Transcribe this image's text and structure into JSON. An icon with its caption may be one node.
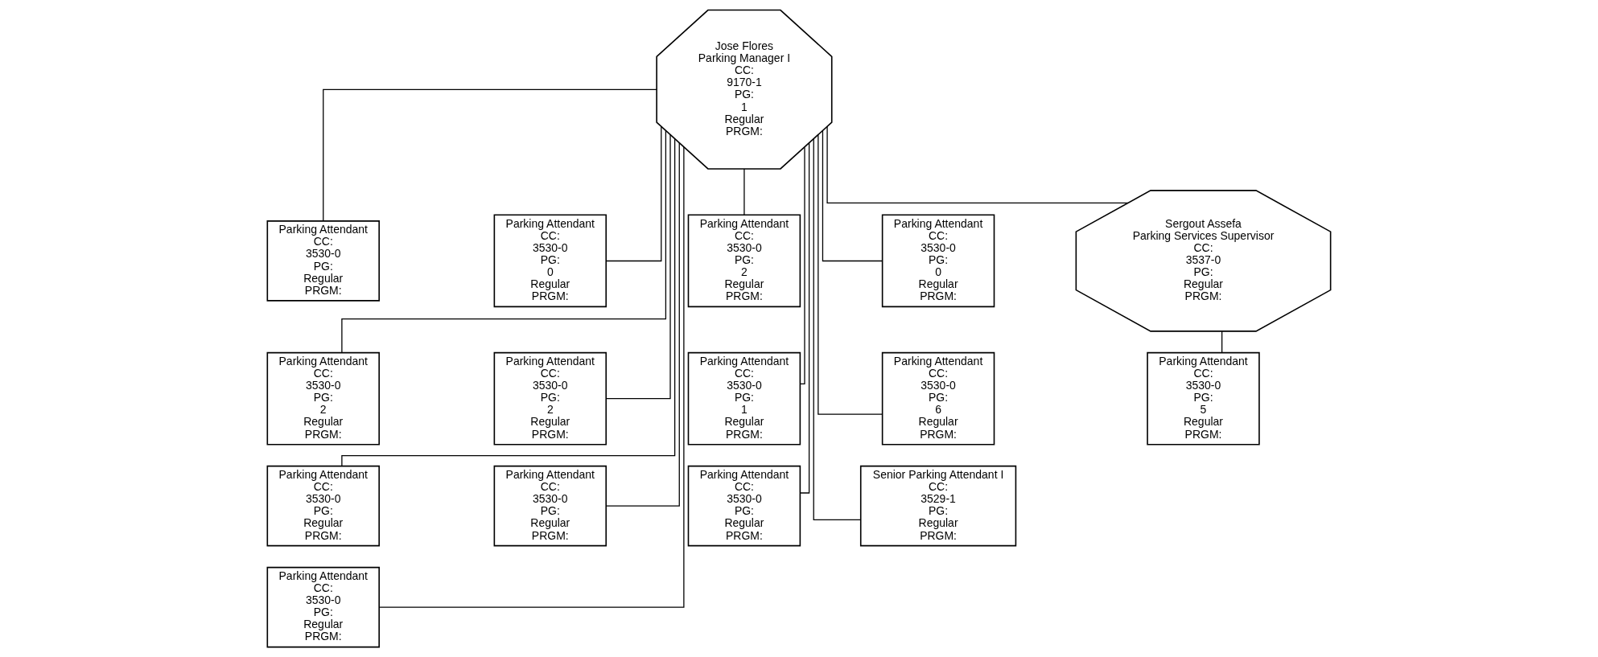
{
  "diagram": {
    "nodes": [
      {
        "text": [
          "Jose Flores",
          "Parking Manager I",
          "CC:",
          "9170-1",
          "PG:",
          "1",
          "Regular",
          "PRGM:"
        ]
      },
      {
        "text": [
          "Parking Attendant",
          "CC:",
          "3530-0",
          "PG:",
          "Regular",
          "PRGM:"
        ]
      },
      {
        "text": [
          "Parking Attendant",
          "CC:",
          "3530-0",
          "PG:",
          "2",
          "Regular",
          "PRGM:"
        ]
      },
      {
        "text": [
          "Parking Attendant",
          "CC:",
          "3530-0",
          "PG:",
          "Regular",
          "PRGM:"
        ]
      },
      {
        "text": [
          "Parking Attendant",
          "CC:",
          "3530-0",
          "PG:",
          "Regular",
          "PRGM:"
        ]
      },
      {
        "text": [
          "Parking Attendant",
          "CC:",
          "3530-0",
          "PG:",
          "0",
          "Regular",
          "PRGM:"
        ]
      },
      {
        "text": [
          "Parking Attendant",
          "CC:",
          "3530-0",
          "PG:",
          "2",
          "Regular",
          "PRGM:"
        ]
      },
      {
        "text": [
          "Parking Attendant",
          "CC:",
          "3530-0",
          "PG:",
          "Regular",
          "PRGM:"
        ]
      },
      {
        "text": [
          "Parking Attendant",
          "CC:",
          "3530-0",
          "PG:",
          "2",
          "Regular",
          "PRGM:"
        ]
      },
      {
        "text": [
          "Parking Attendant",
          "CC:",
          "3530-0",
          "PG:",
          "1",
          "Regular",
          "PRGM:"
        ]
      },
      {
        "text": [
          "Parking Attendant",
          "CC:",
          "3530-0",
          "PG:",
          "Regular",
          "PRGM:"
        ]
      },
      {
        "text": [
          "Parking Attendant",
          "CC:",
          "3530-0",
          "PG:",
          "0",
          "Regular",
          "PRGM:"
        ]
      },
      {
        "text": [
          "Parking Attendant",
          "CC:",
          "3530-0",
          "PG:",
          "6",
          "Regular",
          "PRGM:"
        ]
      },
      {
        "text": [
          "Senior Parking Attendant I",
          "CC:",
          "3529-1",
          "PG:",
          "Regular",
          "PRGM:"
        ]
      },
      {
        "text": [
          "Sergout Assefa",
          "Parking Services Supervisor",
          "CC:",
          "3537-0",
          "PG:",
          "Regular",
          "PRGM:"
        ]
      },
      {
        "text": [
          "Parking Attendant",
          "CC:",
          "3530-0",
          "PG:",
          "5",
          "Regular",
          "PRGM:"
        ]
      }
    ],
    "edges": [
      {
        "from": 0,
        "to": 1,
        "arrow": "none"
      },
      {
        "from": 0,
        "to": 2,
        "arrow": "none"
      },
      {
        "from": 0,
        "to": 3,
        "arrow": "none"
      },
      {
        "from": 0,
        "to": 4,
        "arrow": "none"
      },
      {
        "from": 0,
        "to": 5,
        "arrow": "none"
      },
      {
        "from": 0,
        "to": 6,
        "arrow": "none"
      },
      {
        "from": 0,
        "to": 7,
        "arrow": "none"
      },
      {
        "from": 0,
        "to": 8,
        "arrow": "none"
      },
      {
        "from": 0,
        "to": 9,
        "arrow": "none"
      },
      {
        "from": 0,
        "to": 10,
        "arrow": "none"
      },
      {
        "from": 0,
        "to": 11,
        "arrow": "none"
      },
      {
        "from": 0,
        "to": 12,
        "arrow": "none"
      },
      {
        "from": 0,
        "to": 13,
        "arrow": "none"
      },
      {
        "from": 0,
        "to": 14,
        "arrow": "none"
      },
      {
        "from": 14,
        "to": 15,
        "arrow": "none"
      }
    ]
  }
}
